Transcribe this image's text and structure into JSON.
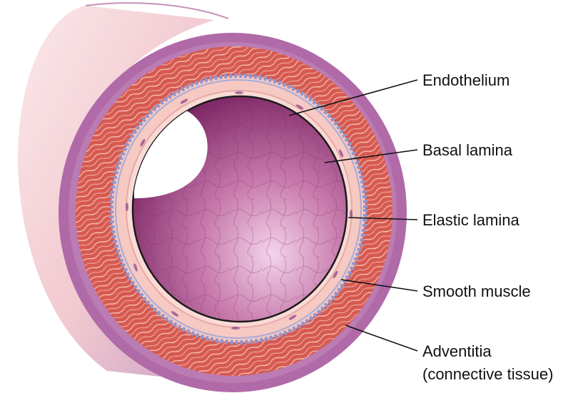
{
  "labels": {
    "endothelium": "Endothelium",
    "basal_lamina": "Basal lamina",
    "elastic_lamina": "Elastic lamina",
    "smooth_muscle": "Smooth muscle",
    "adventitia": "Adventitia",
    "adventitia_note": "(connective tissue)"
  },
  "colors": {
    "background": "#ffffff",
    "vessel_outer": "#f4d3d8",
    "adventitia": "#b06aa8",
    "adventitia_light": "#caa0c4",
    "smooth_muscle": "#d65a52",
    "muscle_fibers": "#f7c3b2",
    "elastic_lamina": "#8f96cf",
    "basal_lamina": "#f6c9c2",
    "endothelium": "#f9dad5",
    "lumen_dark": "#8e2f6e",
    "lumen_light": "#f3d4ea",
    "outline": "#1a1a1a"
  }
}
